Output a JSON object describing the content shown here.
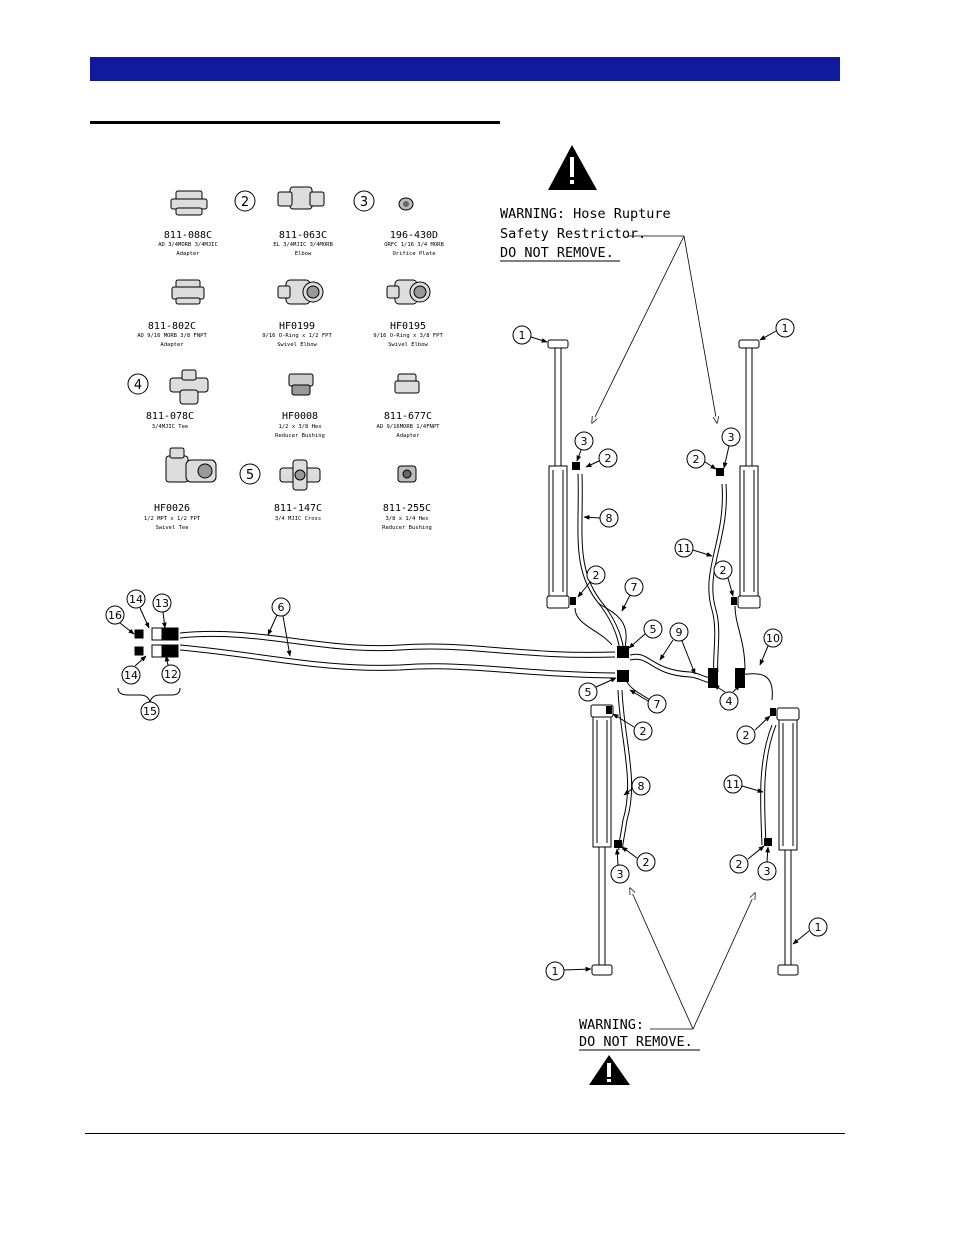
{
  "parts": [
    {
      "callout": "",
      "part_no": "811-088C",
      "line1": "AD 3/4MORB 3/4MJIC",
      "line2": "Adapter"
    },
    {
      "callout": "2",
      "part_no": "811-063C",
      "line1": "EL 3/4MJIC 3/4MORB",
      "line2": "Elbow"
    },
    {
      "callout": "3",
      "part_no": "196-430D",
      "line1": "ORFC 1/16 3/4 MORB",
      "line2": "Orifice Plate"
    },
    {
      "callout": "",
      "part_no": "811-802C",
      "line1": "AD 9/16 MORB 3/8 FNPT",
      "line2": "Adapter"
    },
    {
      "callout": "",
      "part_no": "HF0199",
      "line1": "9/16 O-Ring x 1/2 FPT",
      "line2": "Swivel Elbow"
    },
    {
      "callout": "",
      "part_no": "HF0195",
      "line1": "9/16 O-Ring x 3/8 FPT",
      "line2": "Swivel Elbow"
    },
    {
      "callout": "4",
      "part_no": "811-078C",
      "line1": "3/4MJIC Tee",
      "line2": ""
    },
    {
      "callout": "",
      "part_no": "HF0008",
      "line1": "1/2 x 3/8 Hex",
      "line2": "Reducer Bushing"
    },
    {
      "callout": "",
      "part_no": "811-677C",
      "line1": "AD 9/16MORB 1/4FNPT",
      "line2": "Adapter"
    },
    {
      "callout": "",
      "part_no": "HF0026",
      "line1": "1/2 MPT x 1/2 FPT",
      "line2": "Swivel Tee"
    },
    {
      "callout": "5",
      "part_no": "811-147C",
      "line1": "3/4 MJIC Cross",
      "line2": ""
    },
    {
      "callout": "",
      "part_no": "811-255C",
      "line1": "3/8 x 1/4 Hex",
      "line2": "Reducer Bushing"
    }
  ],
  "warning_top": {
    "line1": "WARNING: Hose Rupture",
    "line2": "Safety Restrictor.",
    "line3": "DO NOT REMOVE."
  },
  "warning_bottom": {
    "line1": "WARNING:",
    "line2": "DO NOT REMOVE."
  },
  "callouts": {
    "c1a": "1",
    "c1b": "1",
    "c1c": "1",
    "c1d": "1",
    "c2a": "2",
    "c2b": "2",
    "c2c": "2",
    "c2d": "2",
    "c2e": "2",
    "c2f": "2",
    "c2g": "2",
    "c2h": "2",
    "c3a": "3",
    "c3b": "3",
    "c3c": "3",
    "c3d": "3",
    "c4": "4",
    "c5a": "5",
    "c5b": "5",
    "c6": "6",
    "c7a": "7",
    "c7b": "7",
    "c8a": "8",
    "c8b": "8",
    "c9": "9",
    "c10": "10",
    "c11a": "11",
    "c11b": "11",
    "c12": "12",
    "c13": "13",
    "c14a": "14",
    "c14b": "14",
    "c15": "15",
    "c16": "16"
  },
  "colors": {
    "header": "#0f1a9c"
  }
}
